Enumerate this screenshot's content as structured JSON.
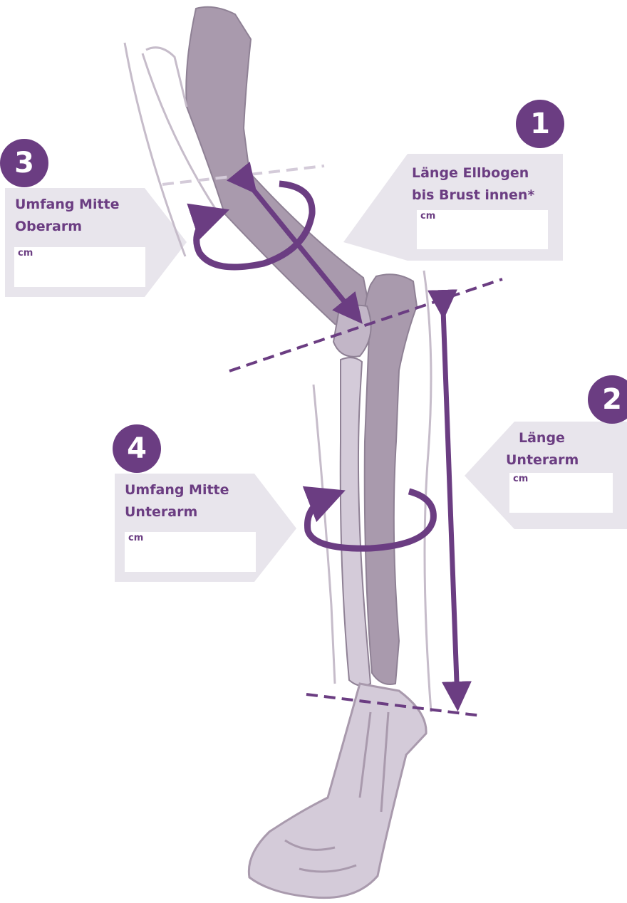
{
  "colors": {
    "accent": "#6b3d82",
    "bone": "#a99aad",
    "bone_light": "#d4cbd9",
    "panel": "#e8e5ec"
  },
  "measurements": [
    {
      "number": "1",
      "label_line1": "Länge Ellbogen",
      "label_line2": "bis Brust innen*",
      "unit": "cm",
      "value": ""
    },
    {
      "number": "2",
      "label_line1": "Länge",
      "label_line2": "Unterarm",
      "unit": "cm",
      "value": ""
    },
    {
      "number": "3",
      "label_line1": "Umfang Mitte",
      "label_line2": "Oberarm",
      "unit": "cm",
      "value": ""
    },
    {
      "number": "4",
      "label_line1": "Umfang Mitte",
      "label_line2": "Unterarm",
      "unit": "cm",
      "value": ""
    }
  ]
}
